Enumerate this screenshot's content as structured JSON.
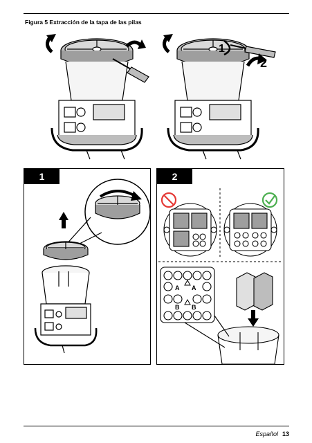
{
  "figure": {
    "caption": "Figura 5  Extracción de la tapa de las pilas"
  },
  "top_illustrations": {
    "step_markers": [
      "1",
      "2"
    ]
  },
  "panels": [
    {
      "number": "1"
    },
    {
      "number": "2",
      "tray_labels": [
        "A",
        "A",
        "B",
        "B"
      ]
    }
  ],
  "footer": {
    "language": "Español",
    "page": "13"
  },
  "colors": {
    "ok_green": "#4caf50",
    "no_red": "#e53935",
    "panel_label_bg": "#000000"
  }
}
